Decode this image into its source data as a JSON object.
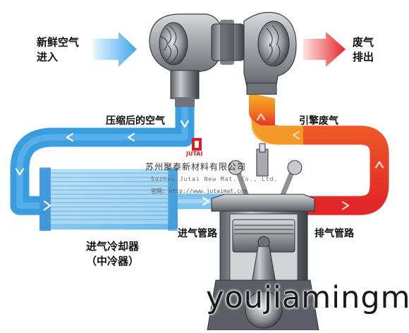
{
  "labels": {
    "fresh_air_line1": "新鲜空气",
    "fresh_air_line2": "进入",
    "exhaust_line1": "废气",
    "exhaust_line2": "排出",
    "compressed_air": "压缩后的空气",
    "engine_exhaust": "引擎废气",
    "intake_manifold": "进气管路",
    "exhaust_manifold": "排气管路",
    "intercooler_line1": "进气冷却器",
    "intercooler_line2": "（中冷器）"
  },
  "watermark": {
    "logo_text": "JUTAI",
    "company_cn": "苏州聚泰新材料有限公司",
    "company_en": "Suzhou Jutai New Mat. Co., Ltd.",
    "website": "官网: http://www.jutaimat.com",
    "footer": "youjiamingm"
  },
  "colors": {
    "cold_air": "#3a9de0",
    "hot_exhaust": "#e8322a",
    "warm_exhaust": "#f5a021",
    "logo_red": "#d62020"
  }
}
